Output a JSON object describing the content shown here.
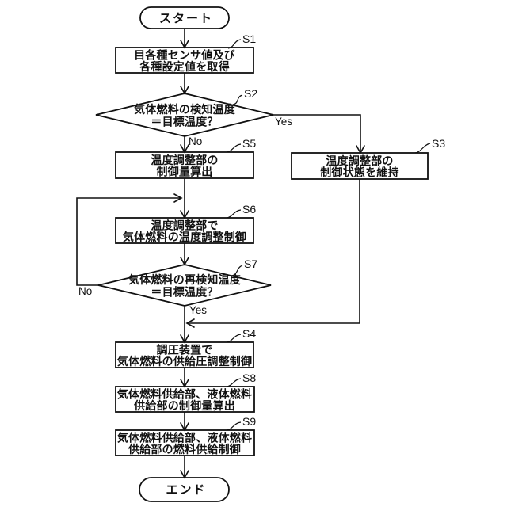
{
  "page": {
    "background": "#ffffff",
    "ink": "#111111"
  },
  "flowchart": {
    "start": {
      "label": "スタート"
    },
    "s1": {
      "tag": "S1",
      "line1": "目各種センサ値及び",
      "line2": "各種設定値を取得"
    },
    "s2": {
      "tag": "S2",
      "line1": "気体燃料の検知温度",
      "line2": "＝目標温度？",
      "yes": "Yes",
      "no": "No"
    },
    "s5": {
      "tag": "S5",
      "line1": "温度調整部の",
      "line2": "制御量算出"
    },
    "s3": {
      "tag": "S3",
      "line1": "温度調整部の",
      "line2": "制御状態を維持"
    },
    "s6": {
      "tag": "S6",
      "line1": "温度調整部で",
      "line2": "気体燃料の温度調整制御"
    },
    "s7": {
      "tag": "S7",
      "line1": "気体燃料の再検知温度",
      "line2": "＝目標温度？",
      "yes": "Yes",
      "no": "No"
    },
    "s4": {
      "tag": "S4",
      "line1": "調圧装置で",
      "line2": "気体燃料の供給圧調整制御"
    },
    "s8": {
      "tag": "S8",
      "line1": "気体燃料供給部、液体燃料",
      "line2": "供給部の制御量算出"
    },
    "s9": {
      "tag": "S9",
      "line1": "気体燃料供給部、液体燃料",
      "line2": "供給部の燃料供給制御"
    },
    "end": {
      "label": "エンド"
    }
  }
}
